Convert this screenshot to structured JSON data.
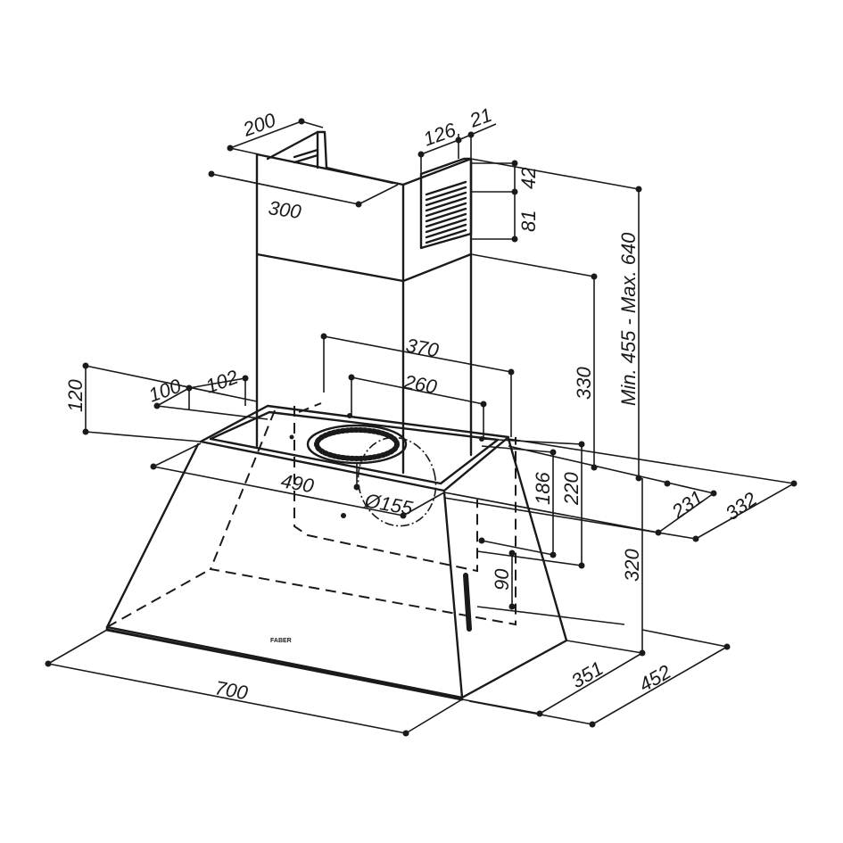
{
  "dimensions": {
    "d200": "200",
    "d300": "300",
    "d126": "126",
    "d21": "21",
    "d42": "42",
    "d81": "81",
    "d_min_max": "Min. 455 - Max. 640",
    "d370": "370",
    "d260": "260",
    "d330": "330",
    "d120": "120",
    "d100": "100",
    "d102": "102",
    "d490": "490",
    "d155": "Ø155",
    "d186": "186",
    "d220": "220",
    "d231": "231",
    "d332": "332",
    "d90": "90",
    "d320": "320",
    "d700": "700",
    "d351": "351",
    "d452": "452"
  },
  "brand": "FABER"
}
